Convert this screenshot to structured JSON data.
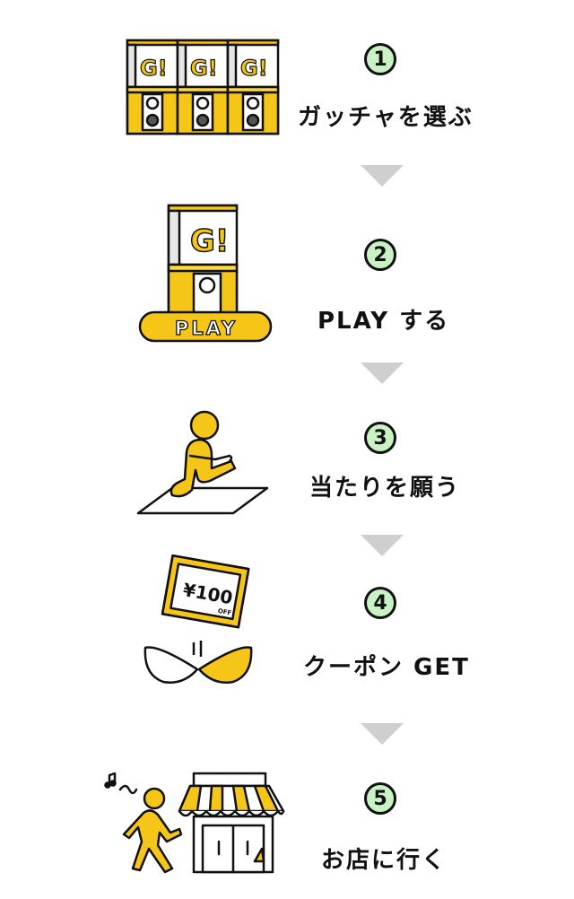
{
  "steps": [
    {
      "number": "1",
      "label": "ガッチャを選ぶ"
    },
    {
      "number": "2",
      "label": "PLAY する"
    },
    {
      "number": "3",
      "label": "当たりを願う"
    },
    {
      "number": "4",
      "label": "クーポン GET"
    },
    {
      "number": "5",
      "label": "お店に行く"
    }
  ],
  "illustrations": {
    "machine_logo": "G!",
    "play_button": "PLAY",
    "coupon_amount": "¥100",
    "coupon_off": "OFF"
  },
  "colors": {
    "accent_yellow": "#f5c518",
    "number_badge": "#c9f2c4",
    "arrow_gray": "#cfcfcf"
  }
}
